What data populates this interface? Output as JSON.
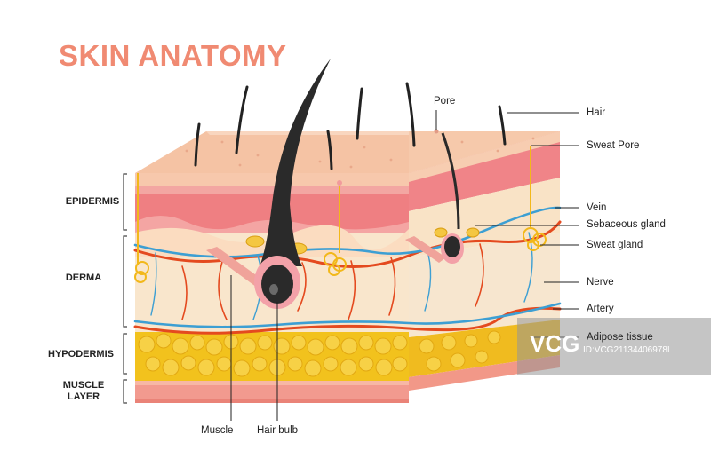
{
  "title": "SKIN ANATOMY",
  "layers": {
    "epidermis": "EPIDERMIS",
    "derma": "DERMA",
    "hypodermis": "HYPODERMIS",
    "muscle_line1": "MUSCLE",
    "muscle_line2": "LAYER"
  },
  "labels": {
    "pore": "Pore",
    "hair": "Hair",
    "sweat_pore": "Sweat Pore",
    "vein": "Vein",
    "sebaceous_gland": "Sebaceous gland",
    "sweat_gland": "Sweat gland",
    "nerve": "Nerve",
    "artery": "Artery",
    "adipose_tissue": "Adipose tissue",
    "muscle": "Muscle",
    "hair_bulb": "Hair bulb"
  },
  "watermark": {
    "logo": "VCG",
    "id": "ID:VCG21134406978I"
  },
  "colors": {
    "title": "#f08a72",
    "surface": "#f5c3a4",
    "epidermis": "#ef7f82",
    "derma": "#f9e6cc",
    "hypodermis": "#f2c21d",
    "muscle": "#f29a8f",
    "vein": "#3d9fd3",
    "artery": "#e44a1f",
    "hair": "#222222"
  }
}
